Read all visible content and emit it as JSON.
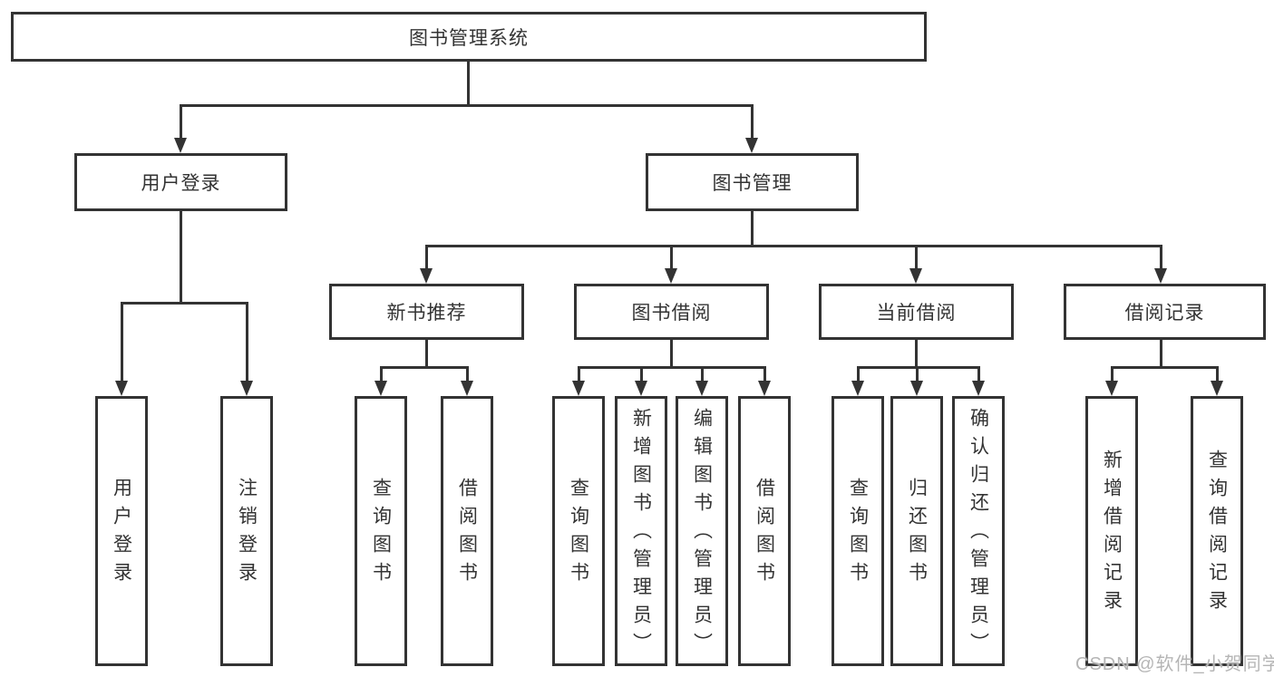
{
  "tree": {
    "root": {
      "label": "图书管理系统"
    },
    "children": [
      {
        "label": "用户登录",
        "children": [
          {
            "label": "用户登录"
          },
          {
            "label": "注销登录"
          }
        ]
      },
      {
        "label": "图书管理",
        "children": [
          {
            "label": "新书推荐",
            "children": [
              {
                "label": "查询图书"
              },
              {
                "label": "借阅图书"
              }
            ]
          },
          {
            "label": "图书借阅",
            "children": [
              {
                "label": "查询图书"
              },
              {
                "label": "新增图书（管理员）"
              },
              {
                "label": "编辑图书（管理员）"
              },
              {
                "label": "借阅图书"
              }
            ]
          },
          {
            "label": "当前借阅",
            "children": [
              {
                "label": "查询图书"
              },
              {
                "label": "归还图书"
              },
              {
                "label": "确认归还（管理员）"
              }
            ]
          },
          {
            "label": "借阅记录",
            "children": [
              {
                "label": "新增借阅记录"
              },
              {
                "label": "查询借阅记录"
              }
            ]
          }
        ]
      }
    ]
  },
  "watermark": {
    "text": "CSDN @软件_小贺同学"
  },
  "colors": {
    "line": "#333333",
    "box_border": "#333333",
    "text": "#333333",
    "watermark": "#b5b5b5"
  }
}
